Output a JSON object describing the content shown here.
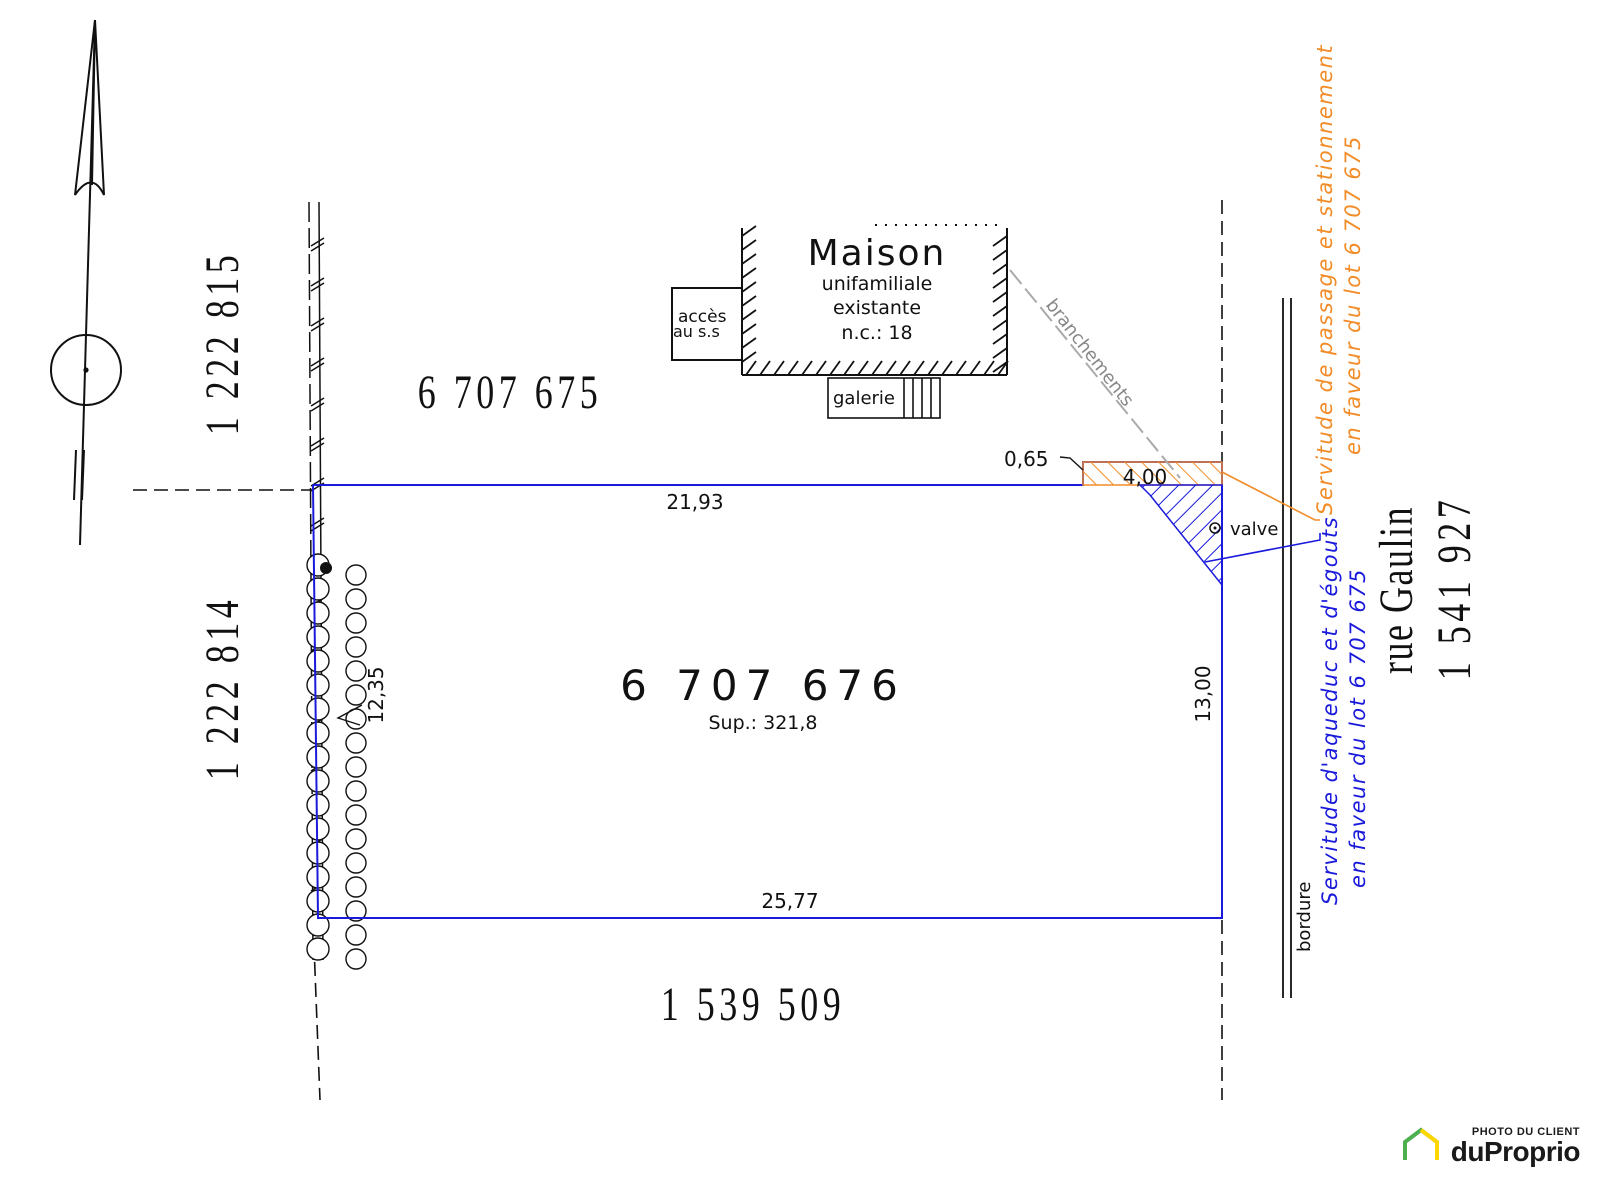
{
  "lots": {
    "main": "6 707 676",
    "north": "6 707 675",
    "west_upper": "1 222 815",
    "west_lower": "1 222 814",
    "south": "1 539 509",
    "street": "1 541 927"
  },
  "street_name": "rue Gaulin",
  "area": "Sup.: 321,8",
  "dimensions": {
    "north": "21,93",
    "south": "25,77",
    "east": "13,00",
    "west": "12,35",
    "step_offset": "0,65",
    "easement_width": "4,00"
  },
  "house": {
    "title": "Maison",
    "line2": "unifamiliale",
    "line3": "existante",
    "civic": "n.c.: 18"
  },
  "annex": {
    "line1": "accès",
    "line2": "au s.s"
  },
  "porch": "galerie",
  "branchements": "branchements",
  "valve": "valve",
  "curb": "bordure",
  "easement_parking": {
    "line1": "Servitude de passage et stationnement",
    "line2": "en faveur du lot 6 707 675",
    "color": "#f28c28"
  },
  "easement_utilities": {
    "line1": "Servitude d'aqueduc et d'égouts",
    "line2": "en faveur du lot 6 707 675",
    "color": "#1a1adc"
  },
  "boundary_color": "#1a1adc",
  "branding": {
    "top": "PHOTO DU CLIENT",
    "name": "duProprio"
  }
}
